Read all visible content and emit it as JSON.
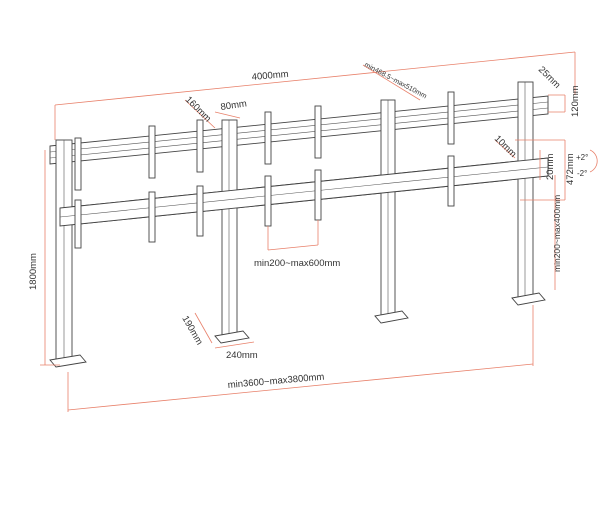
{
  "dimension_color": "#e8806a",
  "labels": {
    "total_width": "4000mm",
    "column_spacing_top": "min468.5~max510mm",
    "rail_depth": "25mm",
    "rail_height": "120mm",
    "clamp_depth": "160mm",
    "clamp_width": "80mm",
    "offset": "10mm",
    "adjust": "20mm",
    "rail_spacing": "472mm",
    "tilt_plus": "+2°",
    "tilt_minus": "-2°",
    "vertical_range": "min200~max400mm",
    "bracket_spacing": "min200~max600mm",
    "height": "1800mm",
    "foot_depth": "190mm",
    "foot_width": "240mm",
    "base_span": "min3600~max3800mm"
  }
}
